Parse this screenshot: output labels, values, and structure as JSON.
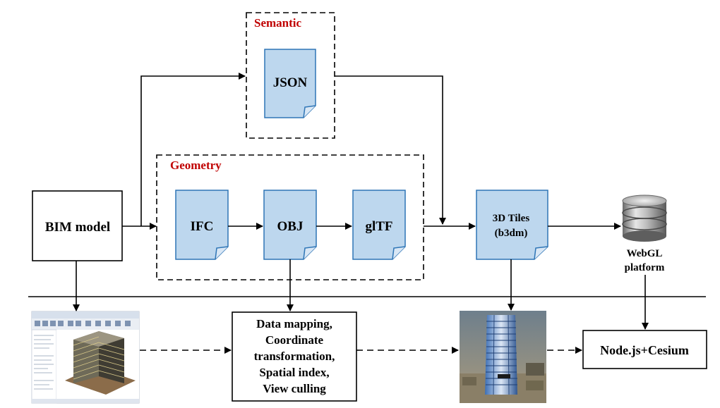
{
  "diagram": {
    "semantic_group": {
      "title": "Semantic"
    },
    "geometry_group": {
      "title": "Geometry"
    },
    "bim_model": {
      "label": "BIM model"
    },
    "json_doc": {
      "label": "JSON"
    },
    "ifc_doc": {
      "label": "IFC"
    },
    "obj_doc": {
      "label": "OBJ"
    },
    "gltf_doc": {
      "label": "glTF"
    },
    "tiles_doc": {
      "line1": "3D Tiles",
      "line2": "(b3dm)"
    },
    "webgl": {
      "line1": "WebGL",
      "line2": "platform"
    },
    "processing_box": {
      "lines": [
        "Data mapping,",
        "Coordinate",
        "transformation,",
        "Spatial index,",
        "View culling"
      ]
    },
    "node_cesium": {
      "label": "Node.js+Cesium"
    }
  },
  "colors": {
    "doc_fill": "#bdd7ee",
    "doc_stroke": "#2e75b6",
    "group_title": "#c00000",
    "line": "#000000"
  }
}
